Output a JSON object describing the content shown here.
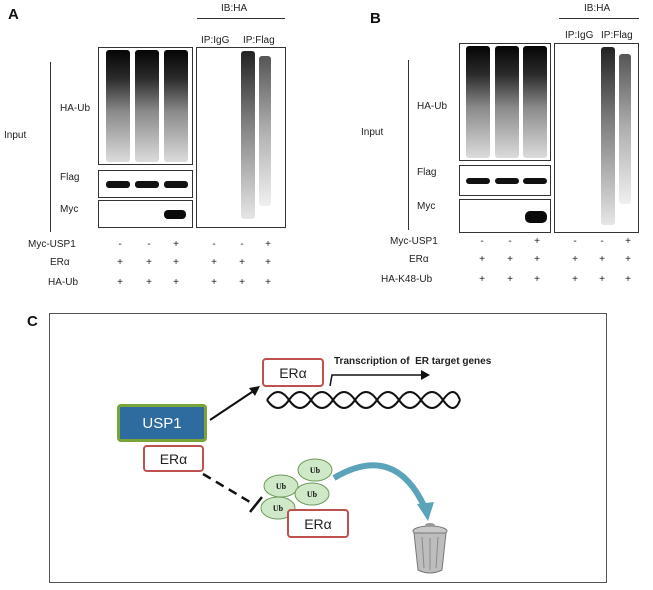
{
  "panel_a": {
    "letter": "A",
    "ib_label": "IB:HA",
    "ip_labels": [
      "IP:IgG",
      "IP:Flag"
    ],
    "input_label": "Input",
    "blot_labels": [
      "HA-Ub",
      "Flag",
      "Myc"
    ],
    "conditions": [
      {
        "name": "Myc-USP1",
        "signs": [
          "-",
          "-",
          "+",
          "-",
          "-",
          "+"
        ]
      },
      {
        "name": "ERα",
        "signs": [
          "+",
          "+",
          "+",
          "+",
          "+",
          "+"
        ]
      },
      {
        "name": "HA-Ub",
        "signs": [
          "+",
          "+",
          "+",
          "+",
          "+",
          "+"
        ]
      }
    ]
  },
  "panel_b": {
    "letter": "B",
    "ib_label": "IB:HA",
    "ip_labels": [
      "IP:IgG",
      "IP:Flag"
    ],
    "input_label": "Input",
    "blot_labels": [
      "HA-Ub",
      "Flag",
      "Myc"
    ],
    "conditions": [
      {
        "name": "Myc-USP1",
        "signs": [
          "-",
          "-",
          "+",
          "-",
          "-",
          "+"
        ]
      },
      {
        "name": "ERα",
        "signs": [
          "+",
          "+",
          "+",
          "+",
          "+",
          "+"
        ]
      },
      {
        "name": "HA-K48-Ub",
        "signs": [
          "+",
          "+",
          "+",
          "+",
          "+",
          "+"
        ]
      }
    ]
  },
  "panel_c": {
    "letter": "C",
    "usp1_label": "USP1",
    "era_label": "ERα",
    "transcription_label": "Transcription of  ER target genes",
    "ub_label": "Ub",
    "colors": {
      "usp1_fill": "#2e6b9e",
      "usp1_border": "#7aa33a",
      "era_border": "#c0504d",
      "ub_fill": "#cfe8c8"
    }
  }
}
